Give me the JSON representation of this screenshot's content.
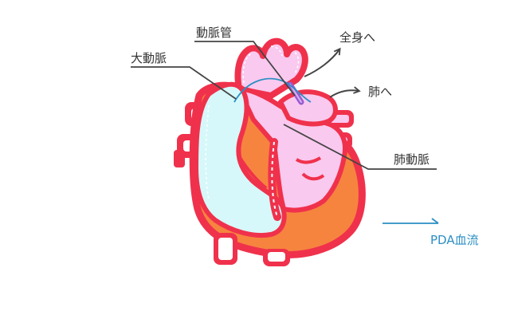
{
  "labels": {
    "ductus": "動脈管",
    "aorta": "大動脈",
    "to_body": "全身へ",
    "to_lungs": "肺へ",
    "pulmonary_artery": "肺動脈"
  },
  "legend": {
    "label": "PDA血流"
  },
  "colors": {
    "outline": "#f0314c",
    "pink_fill": "#f9c9ef",
    "cyan_fill": "#d6f8fa",
    "orange_fill": "#f6843f",
    "wall": "#ffffff",
    "pda_flow": "#2b8fc4",
    "duct": "#9b5bd0",
    "leader_line": "#444444",
    "arrow": "#444444"
  }
}
